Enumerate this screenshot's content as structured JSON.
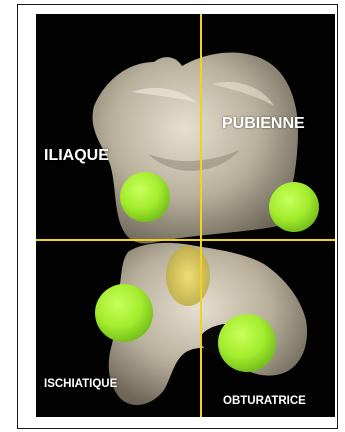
{
  "labels": {
    "iliaque": "ILIAQUE",
    "pubienne": "PUBIENNE",
    "ischiatique": "ISCHIATIQUE",
    "obturatrice": "OBTURATRICE"
  },
  "colors": {
    "background": "#020202",
    "crosshair": "#f2d11f",
    "marker": "#a6f032",
    "bone": "#c8bfa9"
  }
}
